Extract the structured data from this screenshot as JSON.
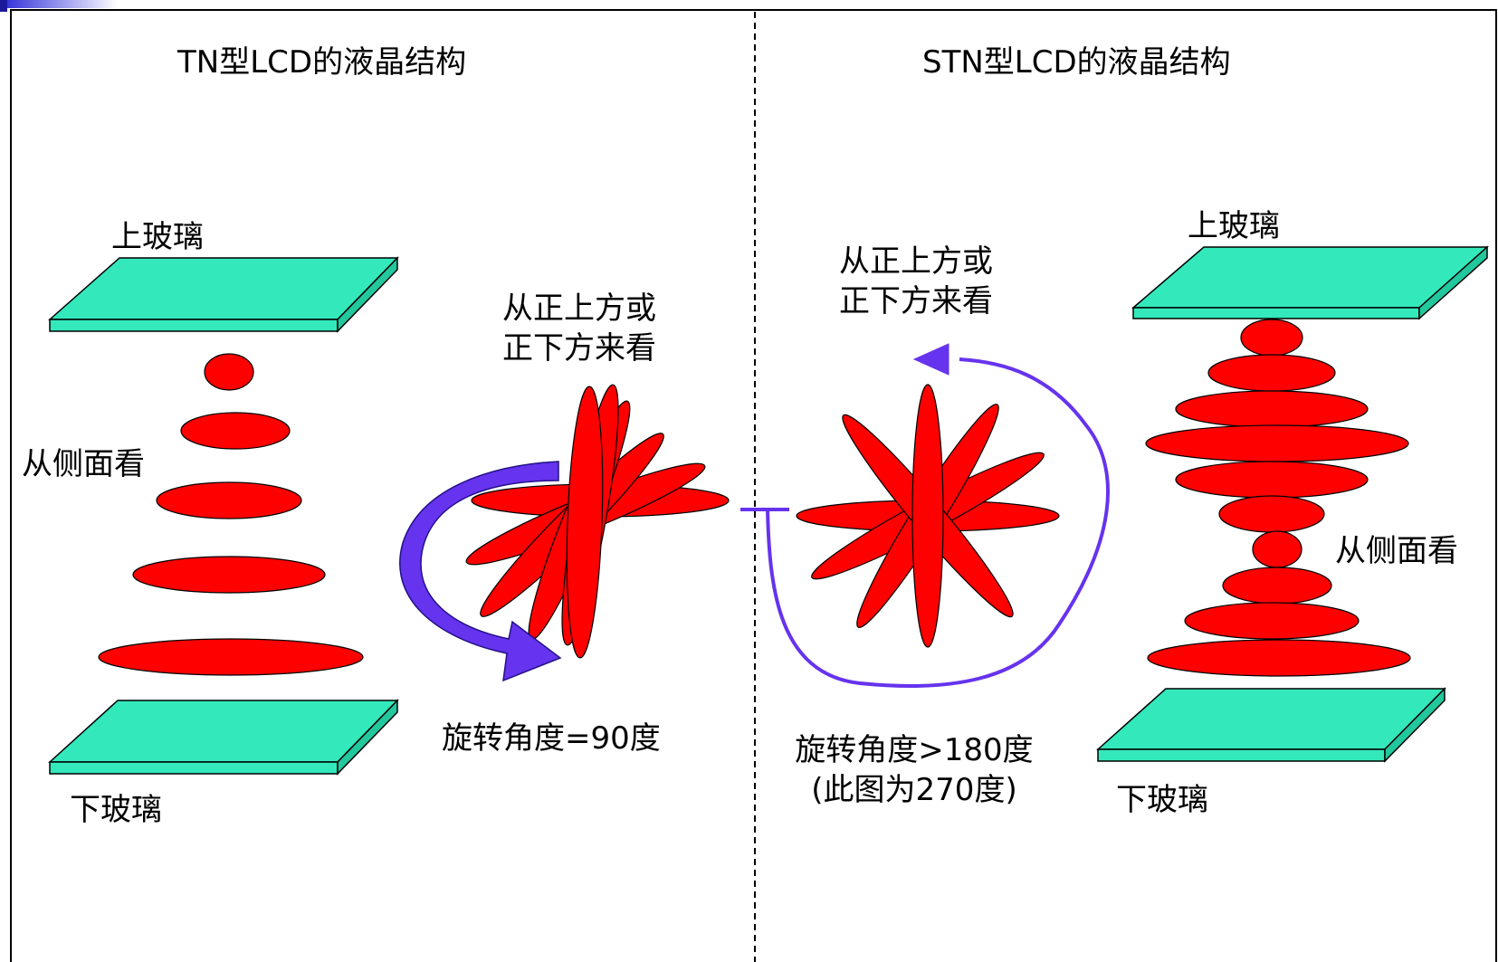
{
  "left_panel": {
    "title": "TN型LCD的液晶结构",
    "top_glass": "上玻璃",
    "bottom_glass": "下玻璃",
    "side_view": "从侧面看",
    "top_view": "从正上方或\n正下方来看",
    "rotation": "旋转角度=90度"
  },
  "right_panel": {
    "title": "STN型LCD的液晶结构",
    "top_glass": "上玻璃",
    "bottom_glass": "下玻璃",
    "side_view": "从侧面看",
    "top_view": "从正上方或\n正下方来看",
    "rotation": "旋转角度>180度\n(此图为270度)"
  },
  "colors": {
    "glass": "#33e8bb",
    "crystal": "#ff0000",
    "arrow": "#6633ee",
    "line": "#000000"
  }
}
